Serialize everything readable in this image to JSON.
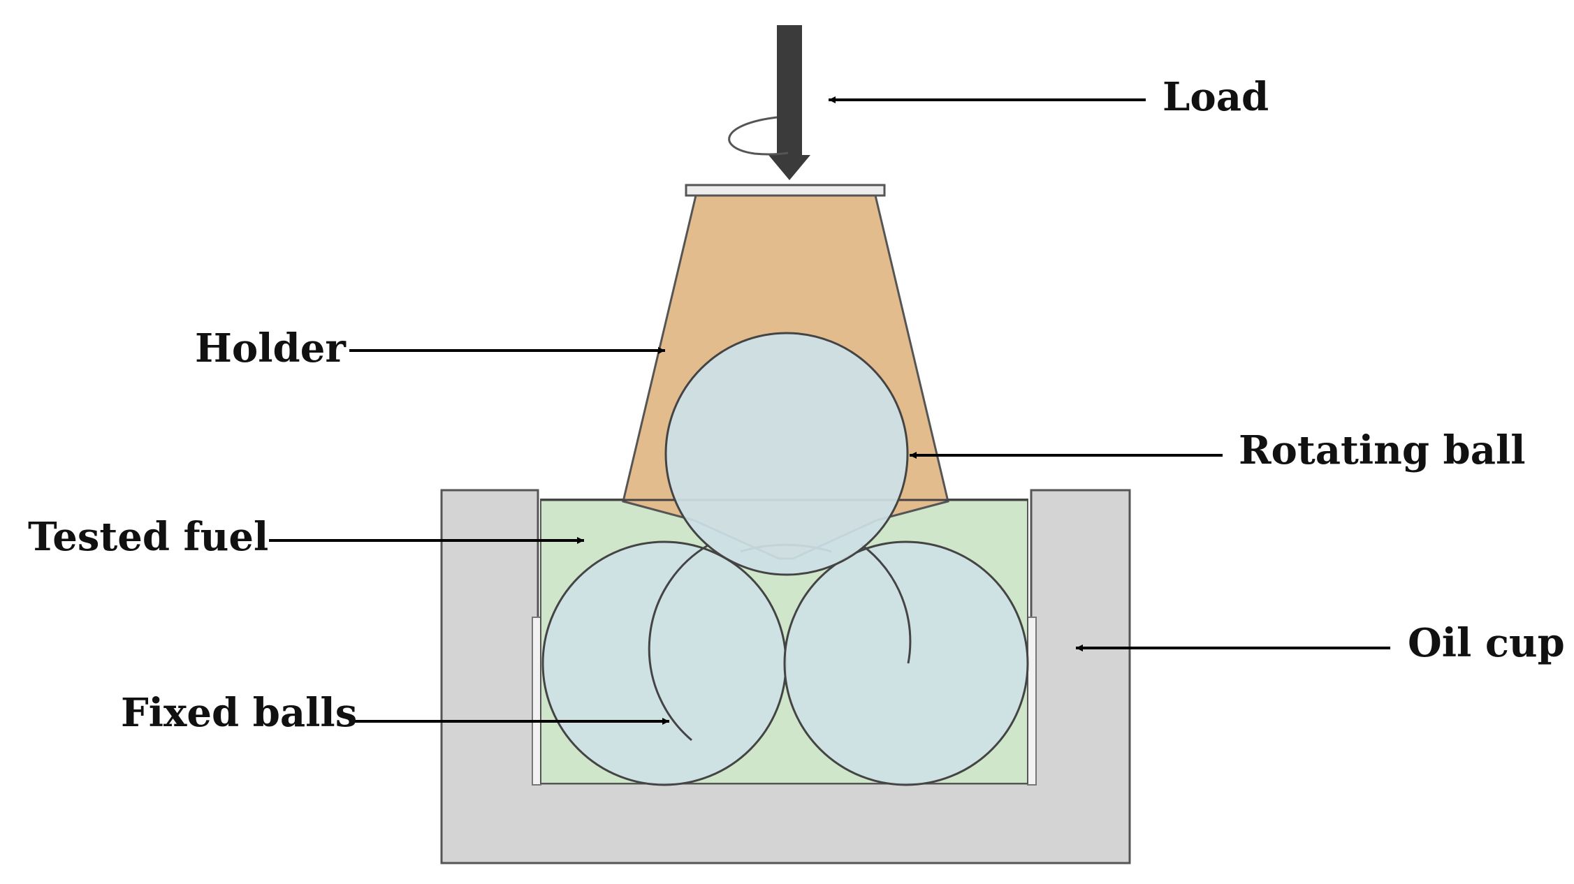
{
  "labels": {
    "load": "Load",
    "holder": "Holder",
    "rotating_ball": "Rotating ball",
    "tested_fuel": "Tested fuel",
    "fixed_balls": "Fixed balls",
    "oil_cup": "Oil cup"
  },
  "colors": {
    "holder_fill": "#E3BC8E",
    "ball_fill": "#CDE1E7",
    "fuel_fill": "#CFE6CA",
    "cup_fill": "#D4D4D4",
    "shaft_fill": "#3B3B3B",
    "plate_fill": "#EDEDED",
    "outline": "#444444",
    "arrow": "#000000"
  }
}
